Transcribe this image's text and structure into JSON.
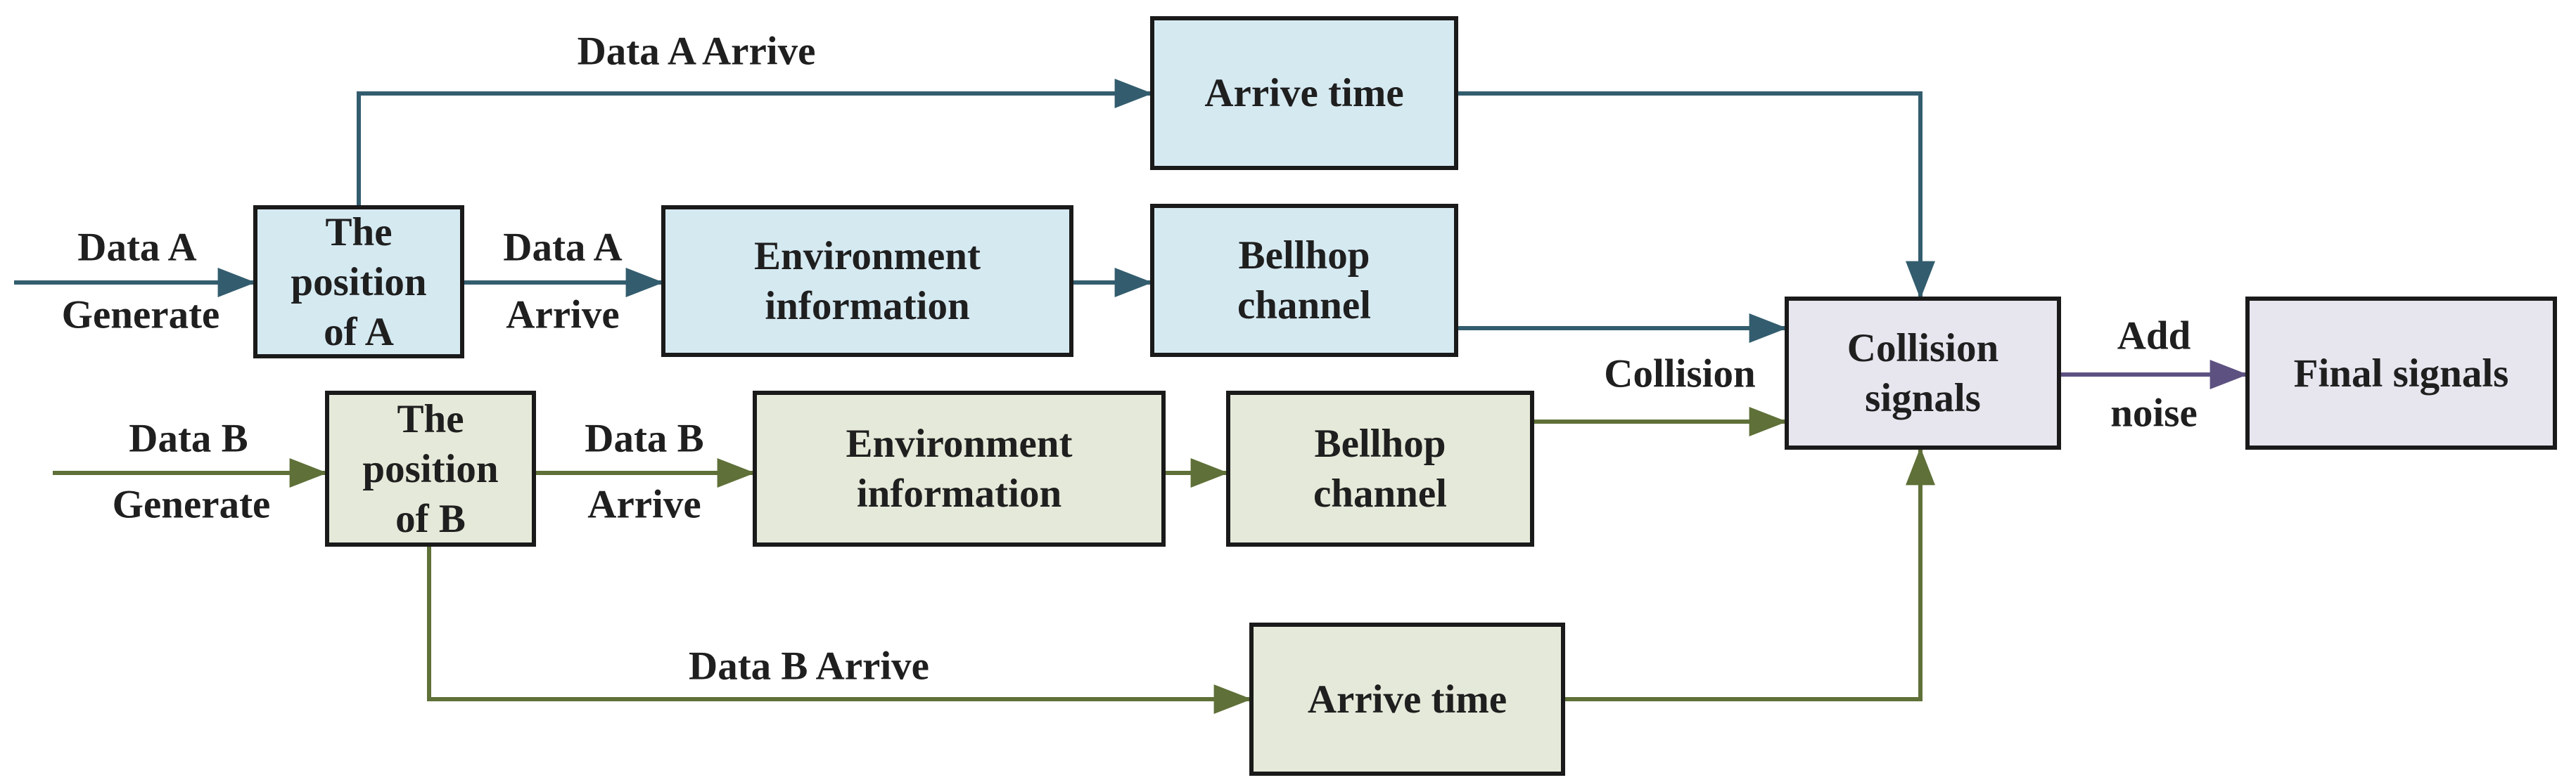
{
  "diagram": {
    "type": "flowchart",
    "background": "#ffffff"
  },
  "colors": {
    "blue_fill": "#d5e9f1",
    "green_fill": "#e4e9d9",
    "lavender_fill": "#e7e5ee",
    "box_border": "#1a1a1a",
    "text": "#1f1f1f",
    "teal_line": "#335d6e",
    "olive_line": "#5f7038",
    "purple_line": "#5d5181"
  },
  "nodes": {
    "arrive_time_a": {
      "label": "Arrive time"
    },
    "position_a": {
      "line1": "The",
      "line2": "position",
      "line3": "of A"
    },
    "environment_a": {
      "line1": "Environment",
      "line2": "information"
    },
    "bellhop_a": {
      "line1": "Bellhop",
      "line2": "channel"
    },
    "position_b": {
      "line1": "The",
      "line2": "position",
      "line3": "of B"
    },
    "environment_b": {
      "line1": "Environment",
      "line2": "information"
    },
    "bellhop_b": {
      "line1": "Bellhop",
      "line2": "channel"
    },
    "arrive_time_b": {
      "label": "Arrive time"
    },
    "collision": {
      "line1": "Collision",
      "line2": "signals"
    },
    "final": {
      "label": "Final signals"
    }
  },
  "edge_labels": {
    "data_a_generate": {
      "top": "Data A",
      "bottom": "Generate"
    },
    "data_a_arrive_top": "Data A Arrive",
    "data_a_arrive_mid": {
      "top": "Data A",
      "bottom": "Arrive"
    },
    "data_b_generate": {
      "top": "Data B",
      "bottom": "Generate"
    },
    "data_b_arrive_mid": {
      "top": "Data B",
      "bottom": "Arrive"
    },
    "data_b_arrive_bottom": "Data B Arrive",
    "collision": "Collision",
    "add_noise": {
      "top": "Add",
      "bottom": "noise"
    }
  }
}
